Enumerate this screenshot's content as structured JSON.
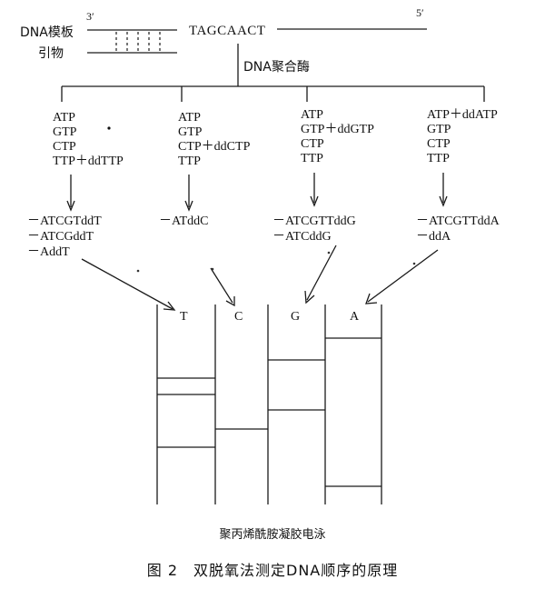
{
  "template": {
    "label": "DNA模板",
    "five_prime": "3′",
    "three_prime": "5′",
    "sequence": "TAGCAACT"
  },
  "primer": {
    "label": "引物"
  },
  "polymerase": {
    "label": "DNA聚合酶"
  },
  "reactions": [
    {
      "lines": [
        "ATP",
        "GTP",
        "CTP",
        "TTP＋ddTTP"
      ],
      "products": [
        "－ATCGTddT",
        "－ATCGddT",
        "－AddT"
      ]
    },
    {
      "lines": [
        "ATP",
        "GTP",
        "CTP＋ddCTP",
        "TTP"
      ],
      "products": [
        "－ATddC"
      ]
    },
    {
      "lines": [
        "ATP",
        "GTP＋ddGTP",
        "CTP",
        "TTP"
      ],
      "products": [
        "－ATCGTTddG",
        "－ATCddG"
      ]
    },
    {
      "lines": [
        "ATP＋ddATP",
        "GTP",
        "CTP",
        "TTP"
      ],
      "products": [
        "－ATCGTTddA",
        "－ddA"
      ]
    }
  ],
  "gel": {
    "lanes": [
      "T",
      "C",
      "G",
      "A"
    ],
    "caption": "聚丙烯酰胺凝胶电泳"
  },
  "figure_caption": "图 2　双脱氧法测定DNA顺序的原理"
}
